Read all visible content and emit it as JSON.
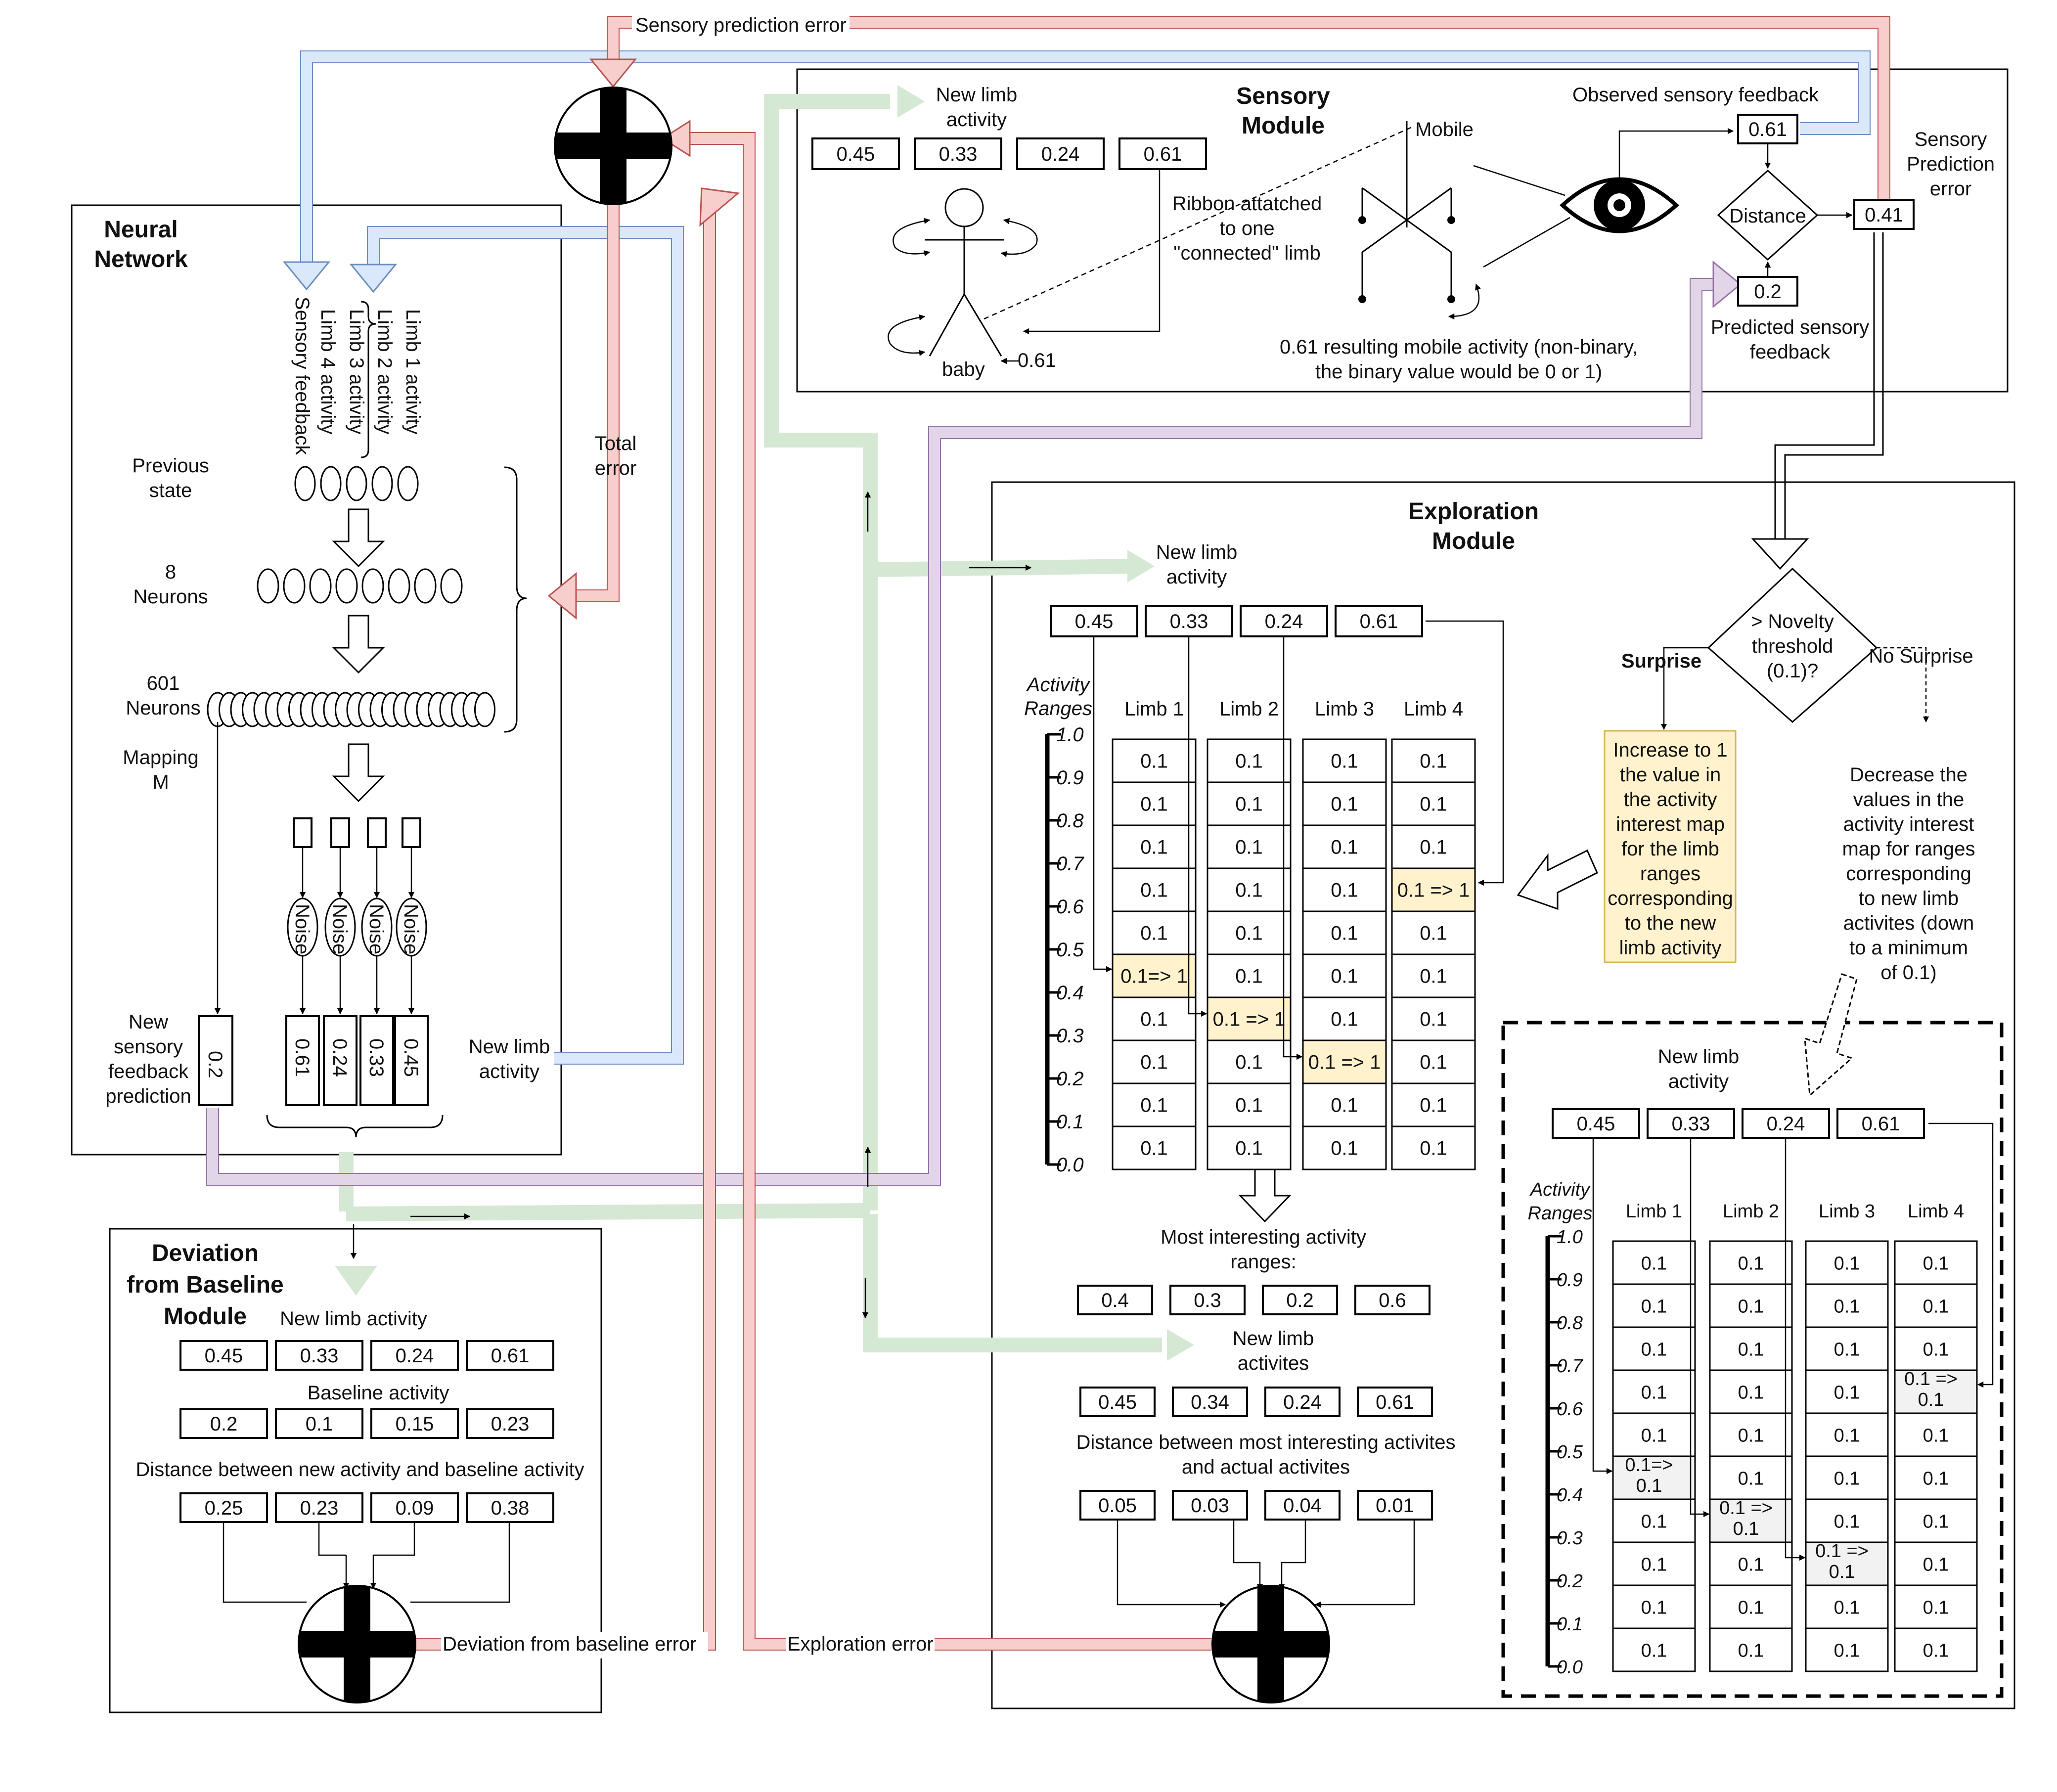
{
  "modules": {
    "neural_network": "Neural\nNetwork",
    "sensory": "Sensory\nModule",
    "exploration": "Exploration\nModule",
    "deviation": "Deviation\nfrom Baseline\nModule"
  },
  "neural_network": {
    "input_labels": [
      "Sensory feedback",
      "Limb 4 activity",
      "Limb 3 activity",
      "Limb 2 activity",
      "Limb 1 activity"
    ],
    "previous_state": "Previous\nstate",
    "layer_8": "8\nNeurons",
    "layer_601": "601\nNeurons",
    "mapping": "Mapping\nM",
    "noise_label": "Noise",
    "new_sensory_prediction_label": "New\nsensory\nfeedback\nprediction",
    "new_sensory_prediction_value": "0.2",
    "output_values": [
      "0.61",
      "0.24",
      "0.33",
      "0.45"
    ],
    "new_limb_activity_label": "New limb\nactivity",
    "total_error": "Total\nerror"
  },
  "errors": {
    "sensory_prediction_error": "Sensory prediction error",
    "deviation_error": "Deviation from baseline error",
    "exploration_error": "Exploration error",
    "sensory_prediction_error_side": "Sensory\nPrediction\nerror"
  },
  "sensory": {
    "new_limb_activity_label": "New limb\nactivity",
    "limb_values": [
      "0.45",
      "0.33",
      "0.24",
      "0.61"
    ],
    "ribbon_text": "Ribbon attatched\nto one\n\"connected\" limb",
    "mobile": "Mobile",
    "baby": "baby",
    "baby_value": "0.61",
    "mobile_activity_text": "0.61 resulting mobile activity (non-binary,\nthe binary value would be 0 or 1)",
    "observed_label": "Observed sensory feedback",
    "observed_value": "0.61",
    "distance_label": "Distance",
    "distance_value": "0.41",
    "predicted_value": "0.2",
    "predicted_label": "Predicted sensory\nfeedback"
  },
  "exploration": {
    "new_limb_activity_label": "New limb\nactivity",
    "limb_values": [
      "0.45",
      "0.33",
      "0.24",
      "0.61"
    ],
    "activity_ranges_label": "Activity\nRanges",
    "axis_ticks": [
      "1.0",
      "0.9",
      "0.8",
      "0.7",
      "0.6",
      "0.5",
      "0.4",
      "0.3",
      "0.2",
      "0.1",
      "0.0"
    ],
    "limb_headers": [
      "Limb 1",
      "Limb 2",
      "Limb 3",
      "Limb 4"
    ],
    "cell_value": "0.1",
    "updated_cells": [
      {
        "limb": 0,
        "row": 5,
        "text": "0.1=> 1"
      },
      {
        "limb": 1,
        "row": 6,
        "text": "0.1 => 1"
      },
      {
        "limb": 2,
        "row": 7,
        "text": "0.1 => 1"
      },
      {
        "limb": 3,
        "row": 3,
        "text": "0.1 => 1"
      }
    ],
    "most_interesting_label": "Most interesting activity\nranges:",
    "most_interesting_values": [
      "0.4",
      "0.3",
      "0.2",
      "0.6"
    ],
    "new_limb_activites_label": "New limb\nactivites",
    "new_limb_activites_values": [
      "0.45",
      "0.34",
      "0.24",
      "0.61"
    ],
    "distance_label": "Distance between most interesting activites\nand actual activites",
    "distance_values": [
      "0.05",
      "0.03",
      "0.04",
      "0.01"
    ],
    "novelty_label": "> Novelty\nthreshold\n(0.1)?",
    "surprise": "Surprise",
    "no_surprise": "No Surprise",
    "increase_text": "Increase to 1\nthe value in\nthe activity\ninterest map\nfor the limb\nranges\ncorresponding\nto the new\nlimb activity",
    "decrease_text": "Decrease the\nvalues in the\nactivity interest\nmap for ranges\ncorresponding\nto new limb\nactivites (down\nto a minimum\nof 0.1)"
  },
  "no_surprise_map": {
    "new_limb_activity_label": "New limb\nactivity",
    "limb_values": [
      "0.45",
      "0.33",
      "0.24",
      "0.61"
    ],
    "activity_ranges_label": "Activity\nRanges",
    "axis_ticks": [
      "1.0",
      "0.9",
      "0.8",
      "0.7",
      "0.6",
      "0.5",
      "0.4",
      "0.3",
      "0.2",
      "0.1",
      "0.0"
    ],
    "limb_headers": [
      "Limb 1",
      "Limb 2",
      "Limb 3",
      "Limb 4"
    ],
    "cell_value": "0.1",
    "updated_cells": [
      {
        "limb": 0,
        "row": 5,
        "text": "0.1=>\n0.1"
      },
      {
        "limb": 1,
        "row": 6,
        "text": "0.1 =>\n0.1"
      },
      {
        "limb": 2,
        "row": 7,
        "text": "0.1 =>\n0.1"
      },
      {
        "limb": 3,
        "row": 3,
        "text": "0.1 =>\n0.1"
      }
    ]
  },
  "deviation": {
    "new_limb_activity_label": "New limb activity",
    "new_values": [
      "0.45",
      "0.33",
      "0.24",
      "0.61"
    ],
    "baseline_label": "Baseline activity",
    "baseline_values": [
      "0.2",
      "0.1",
      "0.15",
      "0.23"
    ],
    "distance_label": "Distance between new activity and baseline activity",
    "distance_values": [
      "0.25",
      "0.23",
      "0.09",
      "0.38"
    ]
  },
  "colors": {
    "red_fill": "#f8cecc",
    "red_stroke": "#b85450",
    "blue_fill": "#dae8fc",
    "blue_stroke": "#6c8ebf",
    "green_fill": "#d5e8d4",
    "purple_fill": "#e1d5e7",
    "purple_stroke": "#9673a6",
    "highlight_fill": "#fff2cc",
    "highlight_stroke": "#d6b656",
    "grey_fill": "#f2f2f2"
  },
  "icons": [
    "plus-sum-icon",
    "eye-icon",
    "baby-stick-figure-icon",
    "mobile-icon",
    "rotation-arrow-icon",
    "hollow-down-arrow-icon"
  ]
}
